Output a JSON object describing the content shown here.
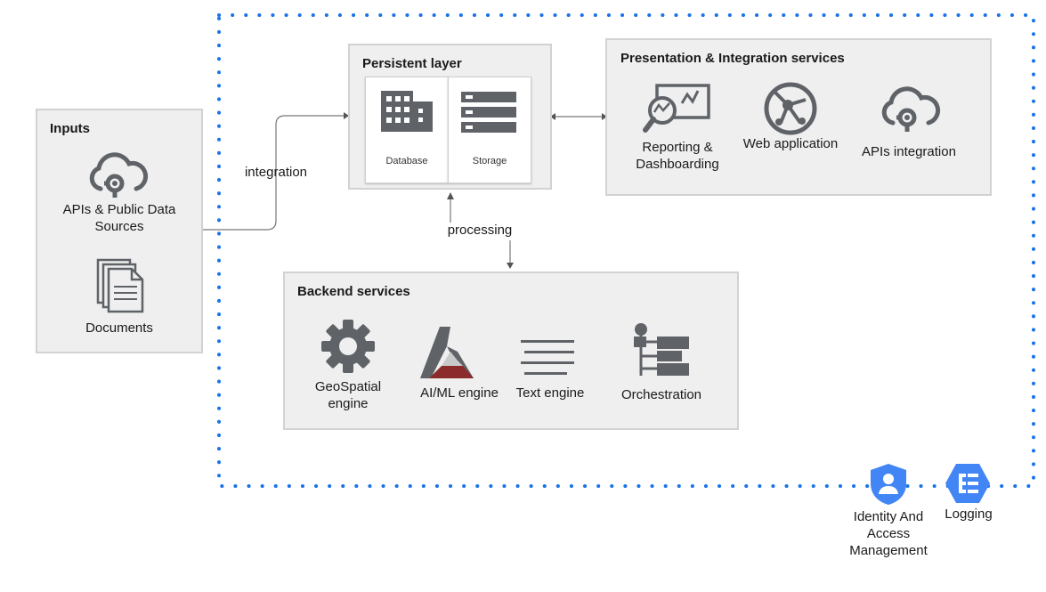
{
  "inputs": {
    "title": "Inputs",
    "apis_label": "APIs & Public Data Sources",
    "documents_label": "Documents"
  },
  "persistent": {
    "title": "Persistent layer",
    "database_label": "Database",
    "storage_label": "Storage"
  },
  "presentation": {
    "title": "Presentation & Integration services",
    "reporting_label": "Reporting & Dashboarding",
    "web_label": "Web application",
    "apis_label": "APIs integration"
  },
  "backend": {
    "title": "Backend services",
    "geo_label": "GeoSpatial engine",
    "aiml_label": "AI/ML engine",
    "text_label": "Text engine",
    "orch_label": "Orchestration"
  },
  "connectors": {
    "integration_label": "integration",
    "processing_label": "processing"
  },
  "footer": {
    "iam_label": "Identity And Access Management",
    "logging_label": "Logging"
  },
  "colors": {
    "boundary": "#1a73e8",
    "icon_gray": "#5f6368",
    "google_blue": "#4285f4",
    "aiml_red": "#8b2b2b"
  }
}
